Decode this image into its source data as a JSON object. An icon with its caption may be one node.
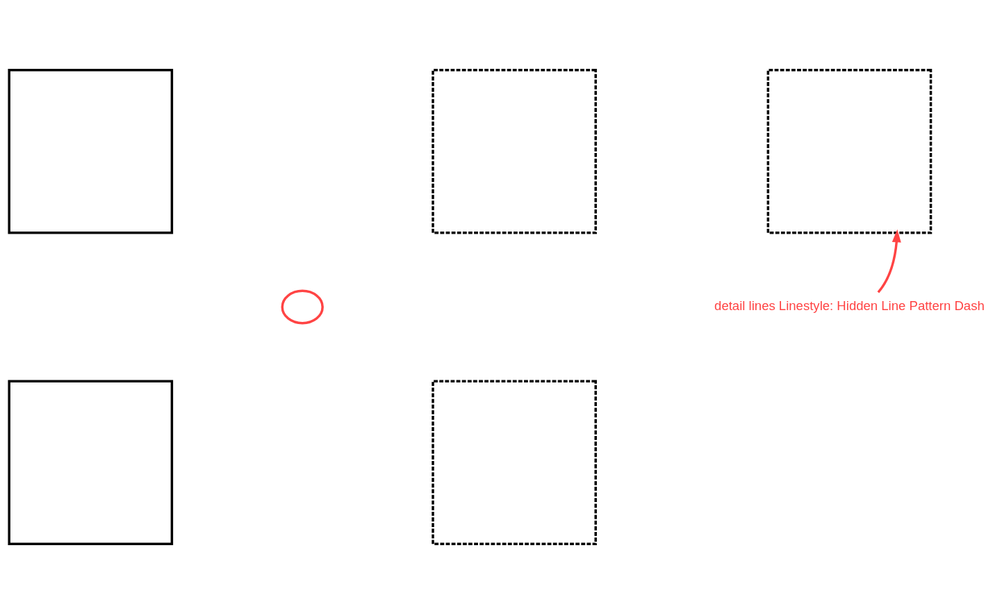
{
  "diagram": {
    "nodes": [
      {
        "text": [],
        "shape": "box"
      },
      {
        "text": [],
        "shape": "box"
      },
      {
        "text": [],
        "shape": "box"
      },
      {
        "text": [],
        "shape": "box"
      },
      {
        "text": [],
        "shape": "box"
      },
      {
        "text": [
          "detail lines Linestyle: Hidden Line Pattern Dash"
        ]
      },
      {
        "text": [],
        "shape": "circle"
      }
    ],
    "edges": [
      {
        "from": 5,
        "to": 2,
        "arrow": "to",
        "color": "#ff4444"
      }
    ]
  }
}
